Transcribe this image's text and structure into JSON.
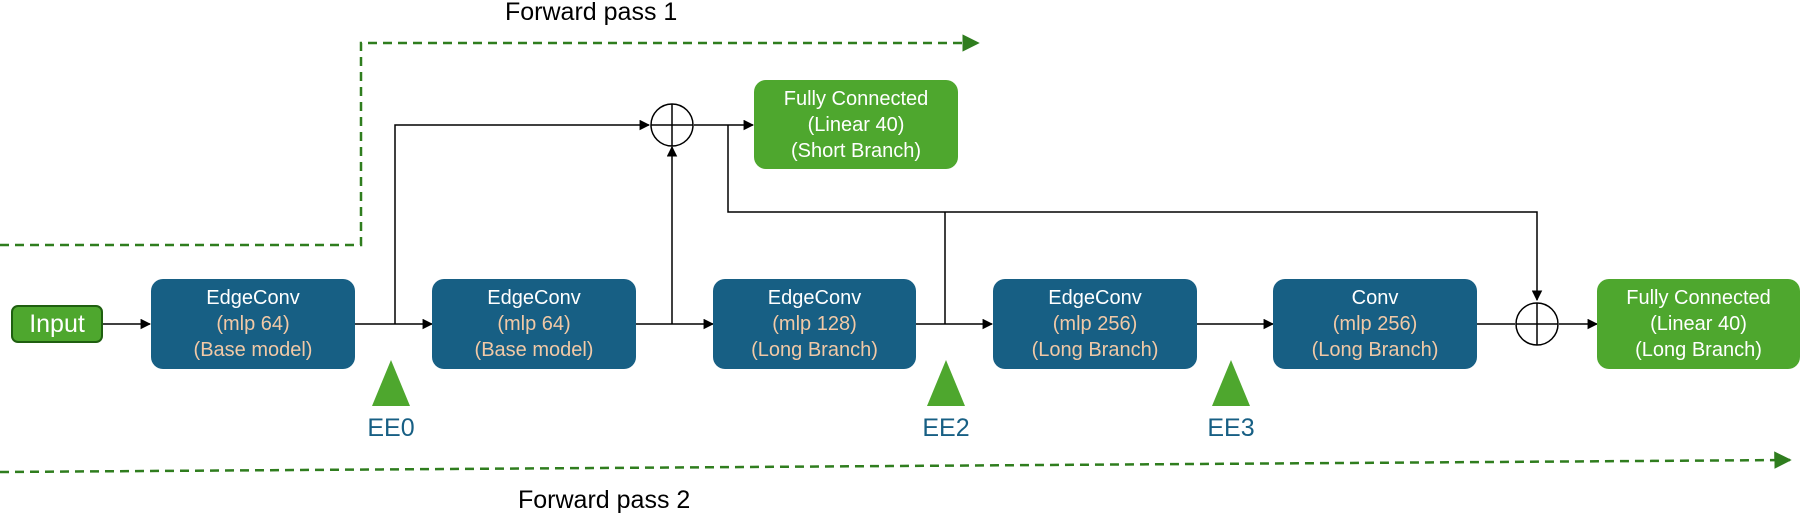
{
  "colors": {
    "blue_box": "#175f84",
    "green_box": "#4ea72e",
    "blue_subtext": "#f2c9a6",
    "dashed_arrow": "#2f7d1e",
    "marker": "#4ea72e"
  },
  "input_label": "Input",
  "forward_pass_1": "Forward pass 1",
  "forward_pass_2": "Forward pass 2",
  "blocks": [
    {
      "title": "EdgeConv",
      "mlp": "(mlp 64)",
      "branch": "(Base model)"
    },
    {
      "title": "EdgeConv",
      "mlp": "(mlp 64)",
      "branch": "(Base model)"
    },
    {
      "title": "EdgeConv",
      "mlp": "(mlp 128)",
      "branch": "(Long Branch)"
    },
    {
      "title": "EdgeConv",
      "mlp": "(mlp 256)",
      "branch": "(Long Branch)"
    },
    {
      "title": "Conv",
      "mlp": "(mlp 256)",
      "branch": "(Long Branch)"
    }
  ],
  "fc_short": {
    "title": "Fully Connected",
    "layer": "(Linear 40)",
    "branch": "(Short Branch)"
  },
  "fc_long": {
    "title": "Fully Connected",
    "layer": "(Linear 40)",
    "branch": "(Long Branch)"
  },
  "exit_markers": [
    "EE0",
    "EE2",
    "EE3"
  ]
}
